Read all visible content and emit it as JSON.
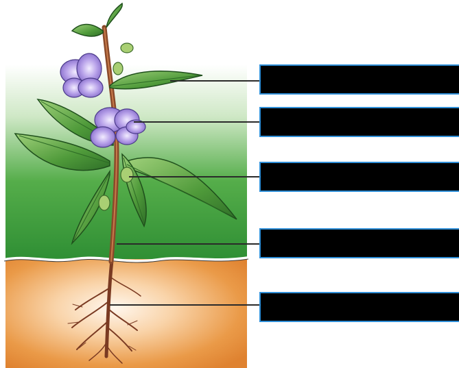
{
  "labels": [
    {
      "id": "leaf",
      "text": ""
    },
    {
      "id": "flower",
      "text": ""
    },
    {
      "id": "fruit",
      "text": ""
    },
    {
      "id": "stem",
      "text": ""
    },
    {
      "id": "root",
      "text": ""
    }
  ],
  "colors": {
    "label_fill": "#000000",
    "label_border": "#2f8fd8",
    "leader_line": "#2a2a2a",
    "leaf_green": "#4f9a3a",
    "flower_purple": "#a58bd8",
    "stem_brown": "#8a4a2a",
    "soil_orange": "#e08a3a",
    "sky_green": "#3c9a3c"
  },
  "icons": [
    "balsam-plant-illustration"
  ]
}
